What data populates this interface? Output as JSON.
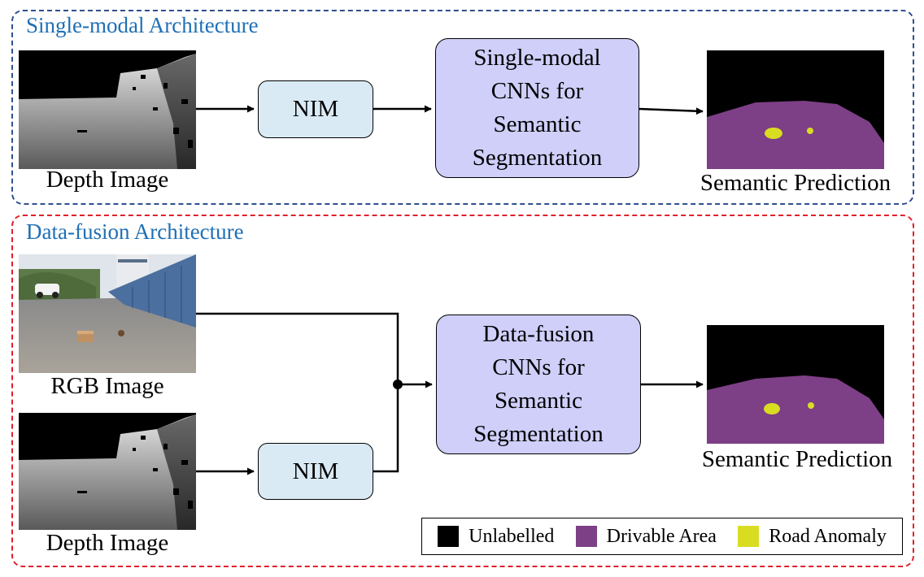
{
  "single_modal": {
    "title": "Single-modal Architecture",
    "input_caption": "Depth Image",
    "nim_label": "NIM",
    "cnn_lines": [
      "Single-modal",
      "CNNs for",
      "Semantic",
      "Segmentation"
    ],
    "output_caption": "Semantic Prediction"
  },
  "data_fusion": {
    "title": "Data-fusion Architecture",
    "rgb_caption": "RGB Image",
    "depth_caption": "Depth Image",
    "nim_label": "NIM",
    "cnn_lines": [
      "Data-fusion",
      "CNNs for",
      "Semantic",
      "Segmentation"
    ],
    "output_caption": "Semantic Prediction"
  },
  "legend": [
    {
      "label": "Unlabelled",
      "color": "#000000"
    },
    {
      "label": "Drivable Area",
      "color": "#7d3f85"
    },
    {
      "label": "Road Anomaly",
      "color": "#d9dd22"
    }
  ]
}
